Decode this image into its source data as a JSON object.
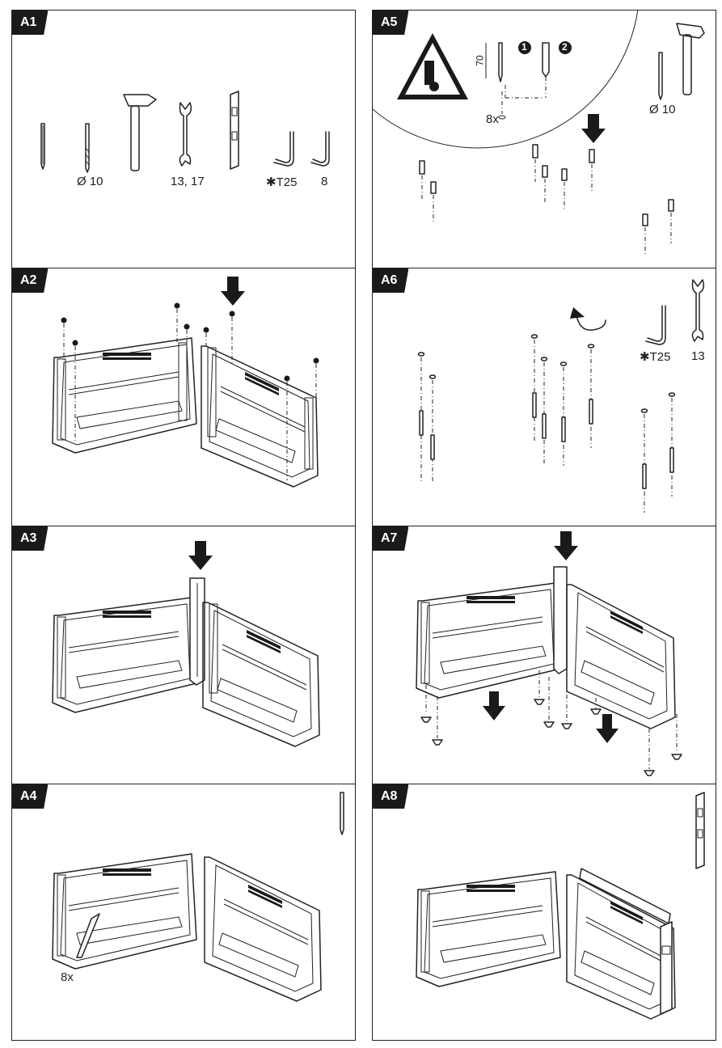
{
  "panels": [
    {
      "id": "A1"
    },
    {
      "id": "A2"
    },
    {
      "id": "A3"
    },
    {
      "id": "A4"
    },
    {
      "id": "A5"
    },
    {
      "id": "A6"
    },
    {
      "id": "A7"
    },
    {
      "id": "A8"
    }
  ],
  "a1": {
    "drill_label": "Ø 10",
    "wrench_label": "13, 17",
    "torx_label": "✱T25",
    "hex_label": "8"
  },
  "a4": {
    "qty": "8x"
  },
  "a5": {
    "depth": "70",
    "step1": "1",
    "step2": "2",
    "qty": "8x",
    "drill_label": "Ø 10"
  },
  "a6": {
    "torx_label": "✱T25",
    "wrench_label": "13"
  }
}
